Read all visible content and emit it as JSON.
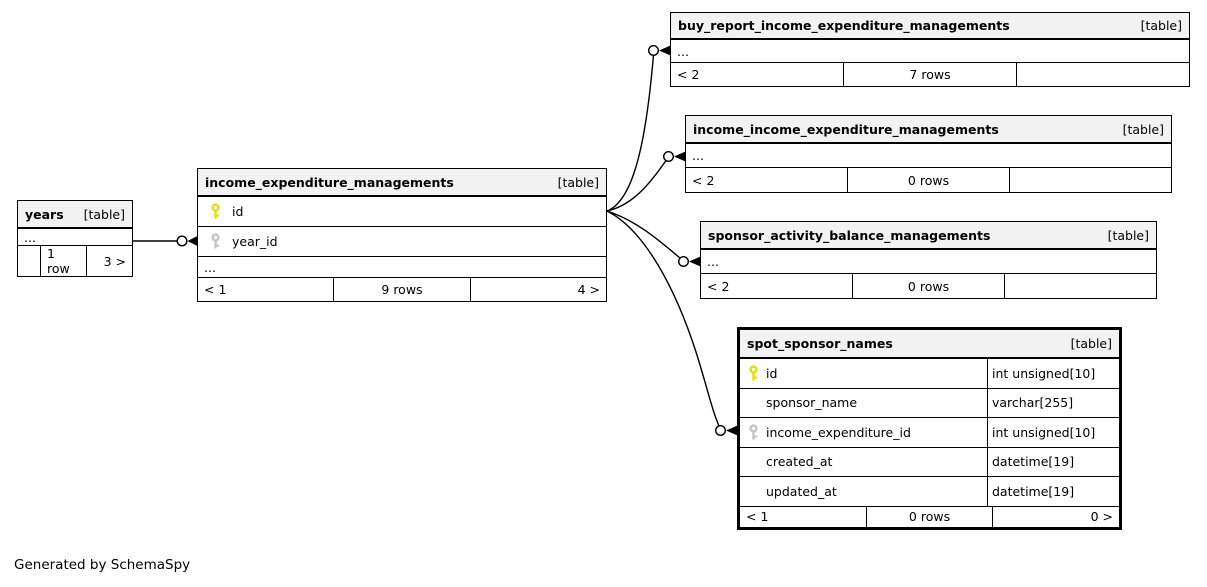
{
  "note": "Generated by SchemaSpy",
  "colors": {
    "header_bg": "#f2f2f2",
    "primary_key": "#e0e000",
    "foreign_key": "#c4c4c4",
    "border": "#000000"
  },
  "tables": {
    "years": {
      "name": "years",
      "tag": "[table]",
      "ellipsis": "...",
      "footer": {
        "left": "",
        "center": "1 row",
        "right": "3 >"
      }
    },
    "iem": {
      "name": "income_expenditure_managements",
      "tag": "[table]",
      "columns": [
        {
          "name": "id",
          "key": "primary"
        },
        {
          "name": "year_id",
          "key": "foreign"
        }
      ],
      "ellipsis": "...",
      "footer": {
        "left": "< 1",
        "center": "9 rows",
        "right": "4 >"
      }
    },
    "buy": {
      "name": "buy_report_income_expenditure_managements",
      "tag": "[table]",
      "ellipsis": "...",
      "footer": {
        "left": "< 2",
        "center": "7 rows",
        "right": ""
      }
    },
    "iiem": {
      "name": "income_income_expenditure_managements",
      "tag": "[table]",
      "ellipsis": "...",
      "footer": {
        "left": "< 2",
        "center": "0 rows",
        "right": ""
      }
    },
    "sabm": {
      "name": "sponsor_activity_balance_managements",
      "tag": "[table]",
      "ellipsis": "...",
      "footer": {
        "left": "< 2",
        "center": "0 rows",
        "right": ""
      }
    },
    "spot": {
      "name": "spot_sponsor_names",
      "tag": "[table]",
      "columns": [
        {
          "name": "id",
          "type": "int unsigned[10]",
          "key": "primary"
        },
        {
          "name": "sponsor_name",
          "type": "varchar[255]",
          "key": ""
        },
        {
          "name": "income_expenditure_id",
          "type": "int unsigned[10]",
          "key": "foreign"
        },
        {
          "name": "created_at",
          "type": "datetime[19]",
          "key": ""
        },
        {
          "name": "updated_at",
          "type": "datetime[19]",
          "key": ""
        }
      ],
      "footer": {
        "left": "< 1",
        "center": "0 rows",
        "right": "0 >"
      }
    }
  },
  "relationships": [
    {
      "from": "years",
      "to": "income_expenditure_managements.year_id"
    },
    {
      "from": "income_expenditure_managements.id",
      "to": "buy_report_income_expenditure_managements"
    },
    {
      "from": "income_expenditure_managements.id",
      "to": "income_income_expenditure_managements"
    },
    {
      "from": "income_expenditure_managements.id",
      "to": "sponsor_activity_balance_managements"
    },
    {
      "from": "income_expenditure_managements.id",
      "to": "spot_sponsor_names.income_expenditure_id"
    }
  ]
}
